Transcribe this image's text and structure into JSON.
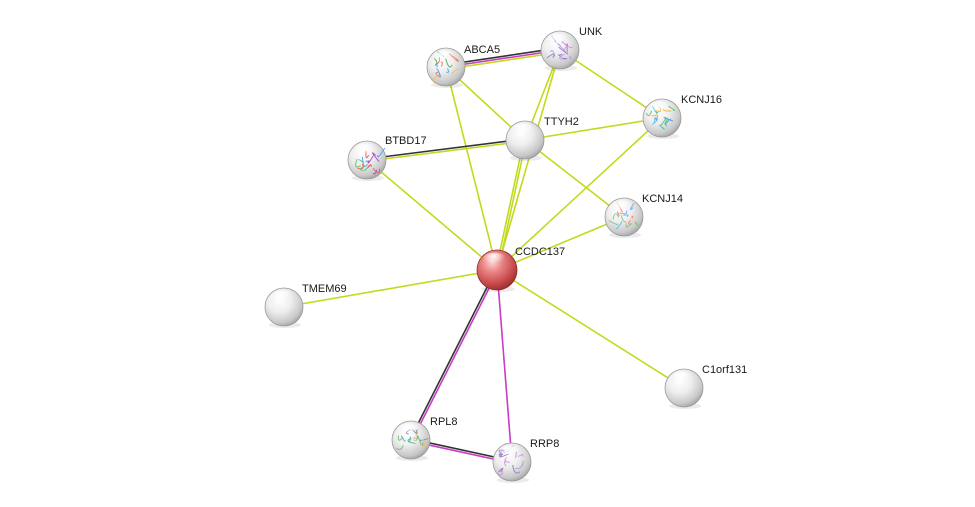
{
  "colors": {
    "neighborhood": "#b6d92c",
    "textmining": "#c4d91c",
    "coexpression": "#333333",
    "experiments": "#c83cc8",
    "database": "#d24fc9",
    "query_node": "#d9534f",
    "protein_node": "#e8e8e8",
    "background": "#ffffff"
  },
  "nodes": [
    {
      "id": "CCDC137",
      "label": "CCDC137",
      "query": true,
      "structure": false
    },
    {
      "id": "ABCA5",
      "label": "ABCA5",
      "query": false,
      "structure": true
    },
    {
      "id": "UNK",
      "label": "UNK",
      "query": false,
      "structure": true
    },
    {
      "id": "KCNJ16",
      "label": "KCNJ16",
      "query": false,
      "structure": true
    },
    {
      "id": "TTYH2",
      "label": "TTYH2",
      "query": false,
      "structure": false
    },
    {
      "id": "BTBD17",
      "label": "BTBD17",
      "query": false,
      "structure": true
    },
    {
      "id": "KCNJ14",
      "label": "KCNJ14",
      "query": false,
      "structure": true
    },
    {
      "id": "TMEM69",
      "label": "TMEM69",
      "query": false,
      "structure": false
    },
    {
      "id": "C1orf131",
      "label": "C1orf131",
      "query": false,
      "structure": false
    },
    {
      "id": "RPL8",
      "label": "RPL8",
      "query": false,
      "structure": true
    },
    {
      "id": "RRP8",
      "label": "RRP8",
      "query": false,
      "structure": true
    }
  ],
  "edges": [
    {
      "source": "ABCA5",
      "target": "UNK",
      "types": [
        "coexpression",
        "experiments",
        "textmining"
      ]
    },
    {
      "source": "ABCA5",
      "target": "CCDC137",
      "types": [
        "textmining"
      ]
    },
    {
      "source": "ABCA5",
      "target": "TTYH2",
      "types": [
        "textmining"
      ]
    },
    {
      "source": "UNK",
      "target": "KCNJ16",
      "types": [
        "textmining"
      ]
    },
    {
      "source": "UNK",
      "target": "TTYH2",
      "types": [
        "textmining"
      ]
    },
    {
      "source": "UNK",
      "target": "CCDC137",
      "types": [
        "textmining"
      ]
    },
    {
      "source": "BTBD17",
      "target": "TTYH2",
      "types": [
        "coexpression",
        "textmining"
      ]
    },
    {
      "source": "BTBD17",
      "target": "CCDC137",
      "types": [
        "textmining"
      ]
    },
    {
      "source": "TTYH2",
      "target": "KCNJ16",
      "types": [
        "textmining"
      ]
    },
    {
      "source": "TTYH2",
      "target": "KCNJ14",
      "types": [
        "textmining"
      ]
    },
    {
      "source": "TTYH2",
      "target": "CCDC137",
      "types": [
        "textmining",
        "textmining"
      ]
    },
    {
      "source": "KCNJ16",
      "target": "CCDC137",
      "types": [
        "textmining"
      ]
    },
    {
      "source": "KCNJ14",
      "target": "CCDC137",
      "types": [
        "textmining"
      ]
    },
    {
      "source": "TMEM69",
      "target": "CCDC137",
      "types": [
        "textmining"
      ]
    },
    {
      "source": "C1orf131",
      "target": "CCDC137",
      "types": [
        "textmining"
      ]
    },
    {
      "source": "RPL8",
      "target": "CCDC137",
      "types": [
        "coexpression",
        "experiments"
      ]
    },
    {
      "source": "RRP8",
      "target": "CCDC137",
      "types": [
        "experiments"
      ]
    },
    {
      "source": "RPL8",
      "target": "RRP8",
      "types": [
        "coexpression",
        "experiments"
      ]
    }
  ]
}
